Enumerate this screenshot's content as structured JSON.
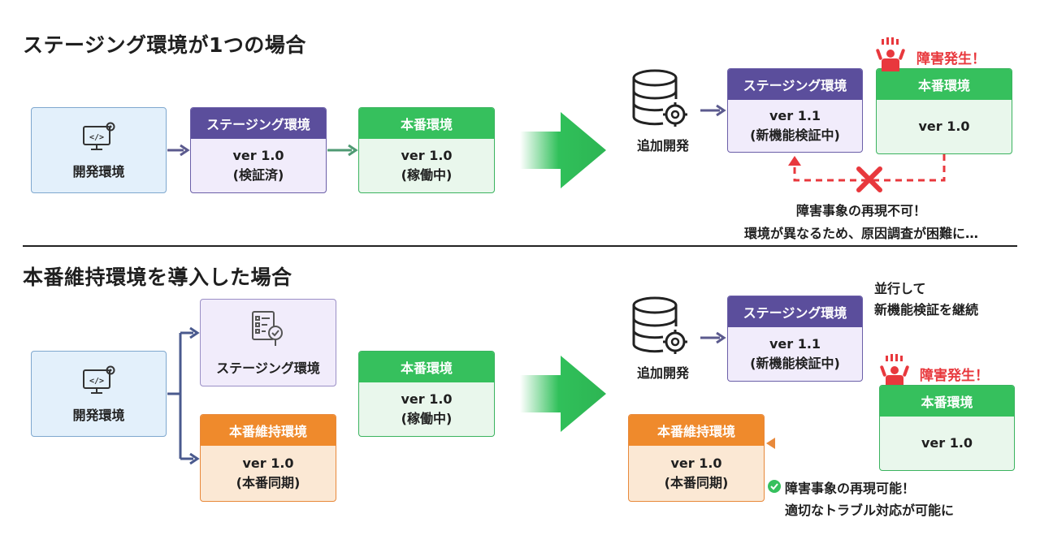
{
  "section1": {
    "title": "ステージング環境が1つの場合",
    "dev_label": "開発環境",
    "staging": {
      "header": "ステージング環境",
      "line1": "ver 1.0",
      "line2": "(検証済)"
    },
    "production": {
      "header": "本番環境",
      "line1": "ver 1.0",
      "line2": "(稼働中)"
    },
    "after": {
      "db_label": "追加開発",
      "staging": {
        "header": "ステージング環境",
        "line1": "ver 1.1",
        "line2": "(新機能検証中)"
      },
      "production": {
        "header": "本番環境",
        "line1": "ver 1.0"
      },
      "alert": "障害発生！",
      "note_line1": "障害事象の再現不可！",
      "note_line2": "環境が異なるため、原因調査が困難に…"
    }
  },
  "section2": {
    "title": "本番維持環境を導入した場合",
    "dev_label": "開発環境",
    "staging_label": "ステージング環境",
    "maintenance": {
      "header": "本番維持環境",
      "line1": "ver 1.0",
      "line2": "(本番同期)"
    },
    "production": {
      "header": "本番環境",
      "line1": "ver 1.0",
      "line2": "(稼働中)"
    },
    "after": {
      "db_label": "追加開発",
      "staging": {
        "header": "ステージング環境",
        "line1": "ver 1.1",
        "line2": "(新機能検証中)"
      },
      "parallel_line1": "並行して",
      "parallel_line2": "新機能検証を継続",
      "alert": "障害発生！",
      "production": {
        "header": "本番環境",
        "line1": "ver 1.0"
      },
      "maintenance": {
        "header": "本番維持環境",
        "line1": "ver 1.0",
        "line2": "(本番同期)"
      },
      "note_line1": "障害事象の再現可能！",
      "note_line2": "適切なトラブル対応が可能に"
    }
  },
  "colors": {
    "staging": "#5b4e9c",
    "production": "#36c05d",
    "maintenance": "#ef8a2c",
    "alert": "#e8383d",
    "dev_bg": "#e3f0fb"
  }
}
